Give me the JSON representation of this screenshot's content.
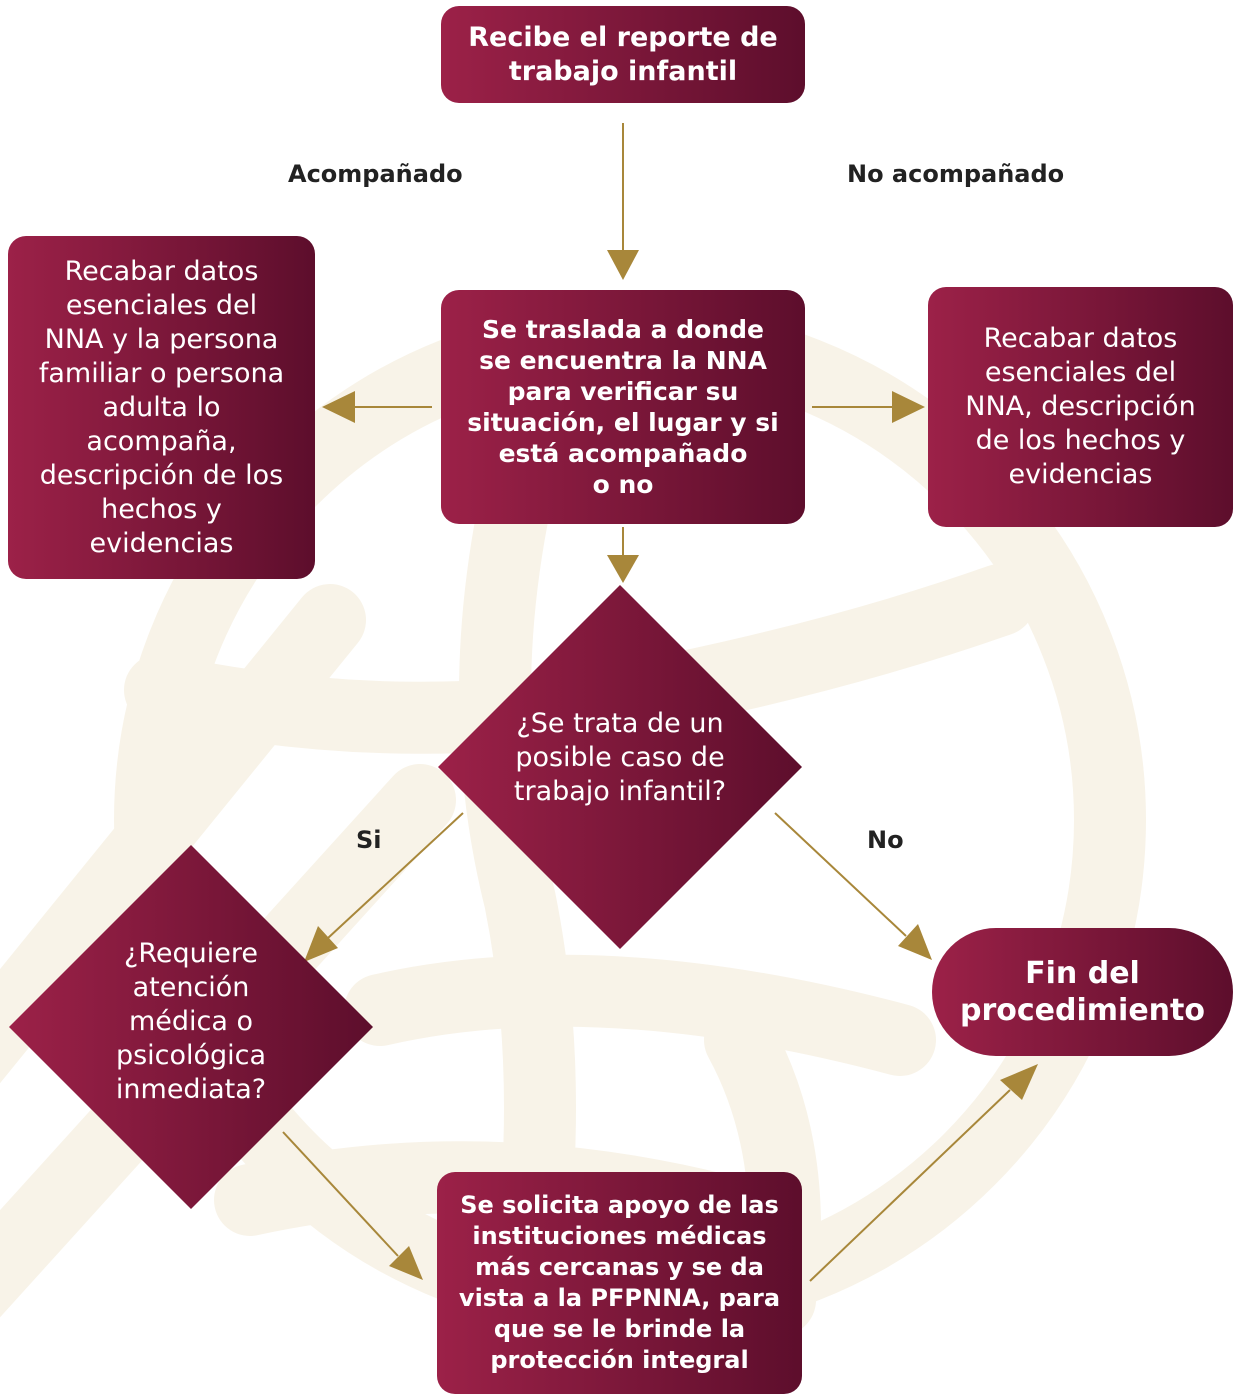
{
  "colors": {
    "box_gradient_start": "#9c2148",
    "box_gradient_end": "#5d0e2c",
    "arrow": "#a8873a",
    "background_pattern": "#f8f3e8",
    "label_text": "#222222",
    "box_text": "#ffffff"
  },
  "nodes": {
    "start": "Recibe el reporte de\ntrabajo infantil",
    "verify": "Se traslada a donde\nse encuentra la NNA\npara verificar su\nsituación, el lugar y si\nestá acompañado\no no",
    "accompanied_data": "Recabar datos\nesenciales del\nNNA y la persona\nfamiliar o persona\nadulta lo\nacompaña,\ndescripción de los\nhechos y\nevidencias",
    "unaccompanied_data": "Recabar datos\nesenciales del\nNNA, descripción\nde los hechos y\nevidencias",
    "decision_child_labor": "¿Se trata de un\nposible caso de\ntrabajo infantil?",
    "decision_medical": "¿Requiere\natención\nmédica o\npsicológica\ninmediata?",
    "request_support": "Se solicita apoyo de las\ninstituciones médicas\nmás cercanas y se da\nvista a la PFPNNA, para\nque se le brinde la\nprotección integral",
    "end": "Fin del\nprocedimiento"
  },
  "labels": {
    "accompanied": "Acompañado",
    "not_accompanied": "No acompañado",
    "yes": "Si",
    "no": "No"
  }
}
